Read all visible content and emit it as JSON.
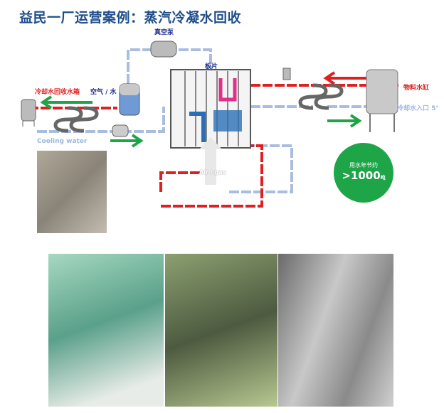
{
  "title": "益民一厂运营案例：蒸汽冷凝水回收",
  "labels": {
    "vacuum_pump": "真空泵",
    "plate": "板片",
    "cooling_tank": "冷却水回收水箱",
    "air_water": "空气 / 水",
    "cooling_water": "Cooling water",
    "air_gas": "Air / gas",
    "material_tank": "物料水缸",
    "cooling_inlet": "冷却水入口 5°"
  },
  "savings": {
    "caption": "用水年节约",
    "value": ">1000",
    "unit": "吨"
  },
  "colors": {
    "title": "#1f4e8c",
    "hot": "#e02020",
    "cold": "#a9bde0",
    "accent": "#1ea548"
  }
}
